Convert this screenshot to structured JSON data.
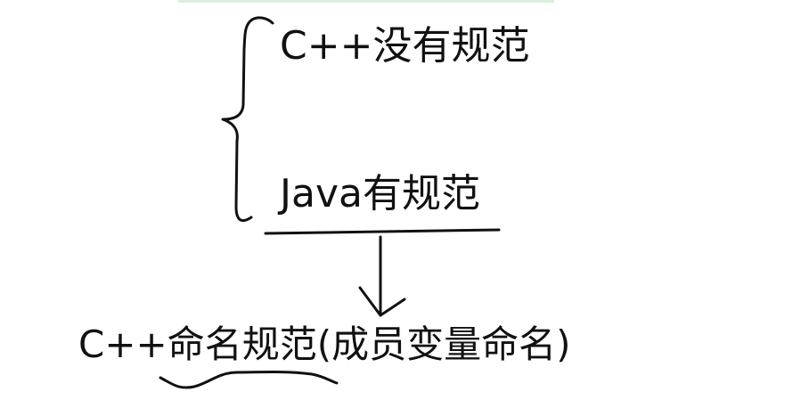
{
  "diagram": {
    "labels": {
      "cpp_no_standard": "C++没有规范",
      "java_has_standard": "Java有规范",
      "cpp_naming_standard": "C++命名规范(成员变量命名)"
    },
    "colors": {
      "ink": "#111111",
      "background": "#ffffff",
      "top_strip": "#d8f0dc"
    }
  }
}
